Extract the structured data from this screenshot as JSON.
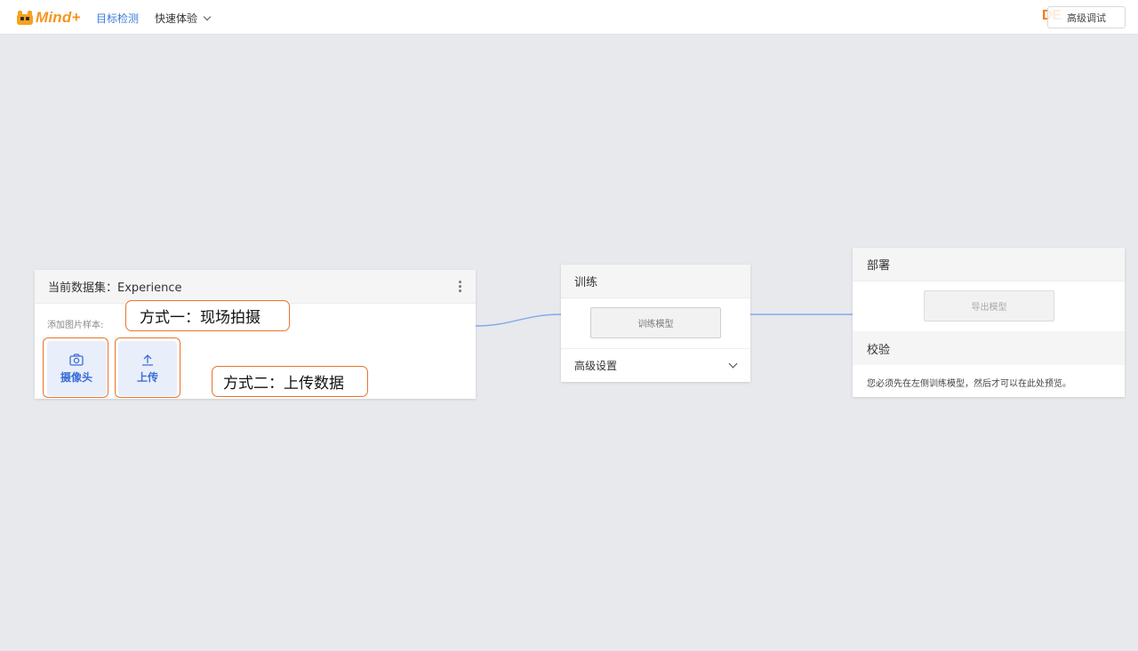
{
  "header": {
    "logo_text": "Mind+",
    "active_tab": "目标检测",
    "menu_label": "快速体验",
    "corner_mark": "DE",
    "right_button": "高级调试"
  },
  "dataset_card": {
    "title": "当前数据集：Experience",
    "add_label": "添加图片样本:",
    "camera_label": "摄像头",
    "upload_label": "上传"
  },
  "train_card": {
    "title": "训练",
    "train_button": "训练模型",
    "advanced_label": "高级设置"
  },
  "deploy_card": {
    "title": "部署",
    "export_button": "导出模型",
    "verify_title": "校验",
    "verify_text": "您必须先在左侧训练模型，然后才可以在此处预览。"
  },
  "annotations": {
    "method_one": "方式一：现场拍摄",
    "method_two": "方式二：上传数据"
  },
  "colors": {
    "accent": "#3b7cd9",
    "brand_orange": "#f7941d",
    "callout_border": "#e8742a",
    "connector": "#86a8ee",
    "canvas": "#e8e9ec"
  }
}
